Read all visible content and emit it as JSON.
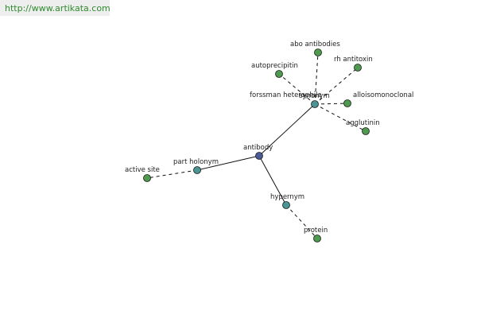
{
  "site": {
    "url": "http://www.artikata.com"
  },
  "graph": {
    "nodes": [
      {
        "id": "antibody",
        "label": "antibody",
        "kind": "center"
      },
      {
        "id": "synonym",
        "label": "synonym",
        "kind": "relation"
      },
      {
        "id": "part_holonym",
        "label": "part holonym",
        "kind": "relation"
      },
      {
        "id": "hypernym",
        "label": "hypernym",
        "kind": "relation"
      },
      {
        "id": "abo_antibodies",
        "label": "abo antibodies",
        "kind": "term"
      },
      {
        "id": "autoprecipitin",
        "label": "autoprecipitin",
        "kind": "term"
      },
      {
        "id": "rh_antitoxin",
        "label": "rh antitoxin",
        "kind": "term"
      },
      {
        "id": "forssman",
        "label": "forssman heterophile",
        "kind": "term"
      },
      {
        "id": "alloisomonoclonal",
        "label": "alloisomonoclonal",
        "kind": "term"
      },
      {
        "id": "agglutinin",
        "label": "agglutinin",
        "kind": "term"
      },
      {
        "id": "active_site",
        "label": "active site",
        "kind": "term"
      },
      {
        "id": "protein",
        "label": "protein",
        "kind": "term"
      }
    ],
    "edges": [
      {
        "from": "antibody",
        "to": "synonym",
        "style": "solid"
      },
      {
        "from": "antibody",
        "to": "part_holonym",
        "style": "solid"
      },
      {
        "from": "antibody",
        "to": "hypernym",
        "style": "solid"
      },
      {
        "from": "synonym",
        "to": "abo_antibodies",
        "style": "dashed"
      },
      {
        "from": "synonym",
        "to": "autoprecipitin",
        "style": "dashed"
      },
      {
        "from": "synonym",
        "to": "rh_antitoxin",
        "style": "dashed"
      },
      {
        "from": "synonym",
        "to": "forssman",
        "style": "dashed"
      },
      {
        "from": "synonym",
        "to": "alloisomonoclonal",
        "style": "dashed"
      },
      {
        "from": "synonym",
        "to": "agglutinin",
        "style": "dashed"
      },
      {
        "from": "part_holonym",
        "to": "active_site",
        "style": "dashed"
      },
      {
        "from": "hypernym",
        "to": "protein",
        "style": "dashed"
      }
    ],
    "colors": {
      "center": "#4a5a96",
      "relation": "#4a9494",
      "term": "#4e9a4e",
      "edge": "#111111"
    }
  }
}
